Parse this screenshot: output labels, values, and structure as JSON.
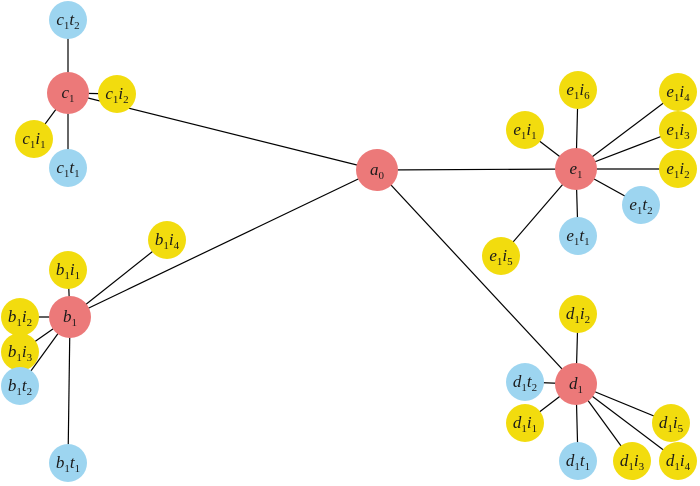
{
  "colors": {
    "hub": "#EC7979",
    "item": "#F2DC0E",
    "tag": "#9DD5F0",
    "edge": "#000000"
  },
  "nodes": [
    {
      "id": "a0",
      "base": "a",
      "sub": "0",
      "kind": "hub"
    },
    {
      "id": "c1",
      "base": "c",
      "sub": "1",
      "kind": "hub"
    },
    {
      "id": "c1t2",
      "base": "c",
      "sub": "1",
      "base2": "t",
      "sub2": "2",
      "kind": "tag"
    },
    {
      "id": "c1i2",
      "base": "c",
      "sub": "1",
      "base2": "i",
      "sub2": "2",
      "kind": "item"
    },
    {
      "id": "c1i1",
      "base": "c",
      "sub": "1",
      "base2": "i",
      "sub2": "1",
      "kind": "item"
    },
    {
      "id": "c1t1",
      "base": "c",
      "sub": "1",
      "base2": "t",
      "sub2": "1",
      "kind": "tag"
    },
    {
      "id": "b1",
      "base": "b",
      "sub": "1",
      "kind": "hub"
    },
    {
      "id": "b1i4",
      "base": "b",
      "sub": "1",
      "base2": "i",
      "sub2": "4",
      "kind": "item"
    },
    {
      "id": "b1i1",
      "base": "b",
      "sub": "1",
      "base2": "i",
      "sub2": "1",
      "kind": "item"
    },
    {
      "id": "b1i2",
      "base": "b",
      "sub": "1",
      "base2": "i",
      "sub2": "2",
      "kind": "item"
    },
    {
      "id": "b1i3",
      "base": "b",
      "sub": "1",
      "base2": "i",
      "sub2": "3",
      "kind": "item"
    },
    {
      "id": "b1t2",
      "base": "b",
      "sub": "1",
      "base2": "t",
      "sub2": "2",
      "kind": "tag"
    },
    {
      "id": "b1t1",
      "base": "b",
      "sub": "1",
      "base2": "t",
      "sub2": "1",
      "kind": "tag"
    },
    {
      "id": "e1",
      "base": "e",
      "sub": "1",
      "kind": "hub"
    },
    {
      "id": "e1i6",
      "base": "e",
      "sub": "1",
      "base2": "i",
      "sub2": "6",
      "kind": "item"
    },
    {
      "id": "e1i1",
      "base": "e",
      "sub": "1",
      "base2": "i",
      "sub2": "1",
      "kind": "item"
    },
    {
      "id": "e1i4",
      "base": "e",
      "sub": "1",
      "base2": "i",
      "sub2": "4",
      "kind": "item"
    },
    {
      "id": "e1i3",
      "base": "e",
      "sub": "1",
      "base2": "i",
      "sub2": "3",
      "kind": "item"
    },
    {
      "id": "e1i2",
      "base": "e",
      "sub": "1",
      "base2": "i",
      "sub2": "2",
      "kind": "item"
    },
    {
      "id": "e1t2",
      "base": "e",
      "sub": "1",
      "base2": "t",
      "sub2": "2",
      "kind": "tag"
    },
    {
      "id": "e1t1",
      "base": "e",
      "sub": "1",
      "base2": "t",
      "sub2": "1",
      "kind": "tag"
    },
    {
      "id": "e1i5",
      "base": "e",
      "sub": "1",
      "base2": "i",
      "sub2": "5",
      "kind": "item"
    },
    {
      "id": "d1",
      "base": "d",
      "sub": "1",
      "kind": "hub"
    },
    {
      "id": "d1i2",
      "base": "d",
      "sub": "1",
      "base2": "i",
      "sub2": "2",
      "kind": "item"
    },
    {
      "id": "d1t2",
      "base": "d",
      "sub": "1",
      "base2": "t",
      "sub2": "2",
      "kind": "tag"
    },
    {
      "id": "d1i1",
      "base": "d",
      "sub": "1",
      "base2": "i",
      "sub2": "1",
      "kind": "item"
    },
    {
      "id": "d1t1",
      "base": "d",
      "sub": "1",
      "base2": "t",
      "sub2": "1",
      "kind": "tag"
    },
    {
      "id": "d1i3",
      "base": "d",
      "sub": "1",
      "base2": "i",
      "sub2": "3",
      "kind": "item"
    },
    {
      "id": "d1i5",
      "base": "d",
      "sub": "1",
      "base2": "i",
      "sub2": "5",
      "kind": "item"
    },
    {
      "id": "d1i4",
      "base": "d",
      "sub": "1",
      "base2": "i",
      "sub2": "4",
      "kind": "item"
    }
  ],
  "edges": [
    [
      "a0",
      "c1"
    ],
    [
      "a0",
      "e1"
    ],
    [
      "a0",
      "d1"
    ],
    [
      "a0",
      "b1"
    ],
    [
      "c1",
      "c1t2"
    ],
    [
      "c1",
      "c1i2"
    ],
    [
      "c1",
      "c1i1"
    ],
    [
      "c1",
      "c1t1"
    ],
    [
      "b1",
      "b1i4"
    ],
    [
      "b1",
      "b1i1"
    ],
    [
      "b1",
      "b1i2"
    ],
    [
      "b1",
      "b1i3"
    ],
    [
      "b1",
      "b1t2"
    ],
    [
      "b1",
      "b1t1"
    ],
    [
      "e1",
      "e1i6"
    ],
    [
      "e1",
      "e1i1"
    ],
    [
      "e1",
      "e1i4"
    ],
    [
      "e1",
      "e1i3"
    ],
    [
      "e1",
      "e1i2"
    ],
    [
      "e1",
      "e1t2"
    ],
    [
      "e1",
      "e1t1"
    ],
    [
      "e1",
      "e1i5"
    ],
    [
      "d1",
      "d1i2"
    ],
    [
      "d1",
      "d1t2"
    ],
    [
      "d1",
      "d1i1"
    ],
    [
      "d1",
      "d1t1"
    ],
    [
      "d1",
      "d1i3"
    ],
    [
      "d1",
      "d1i5"
    ],
    [
      "d1",
      "d1i4"
    ]
  ]
}
